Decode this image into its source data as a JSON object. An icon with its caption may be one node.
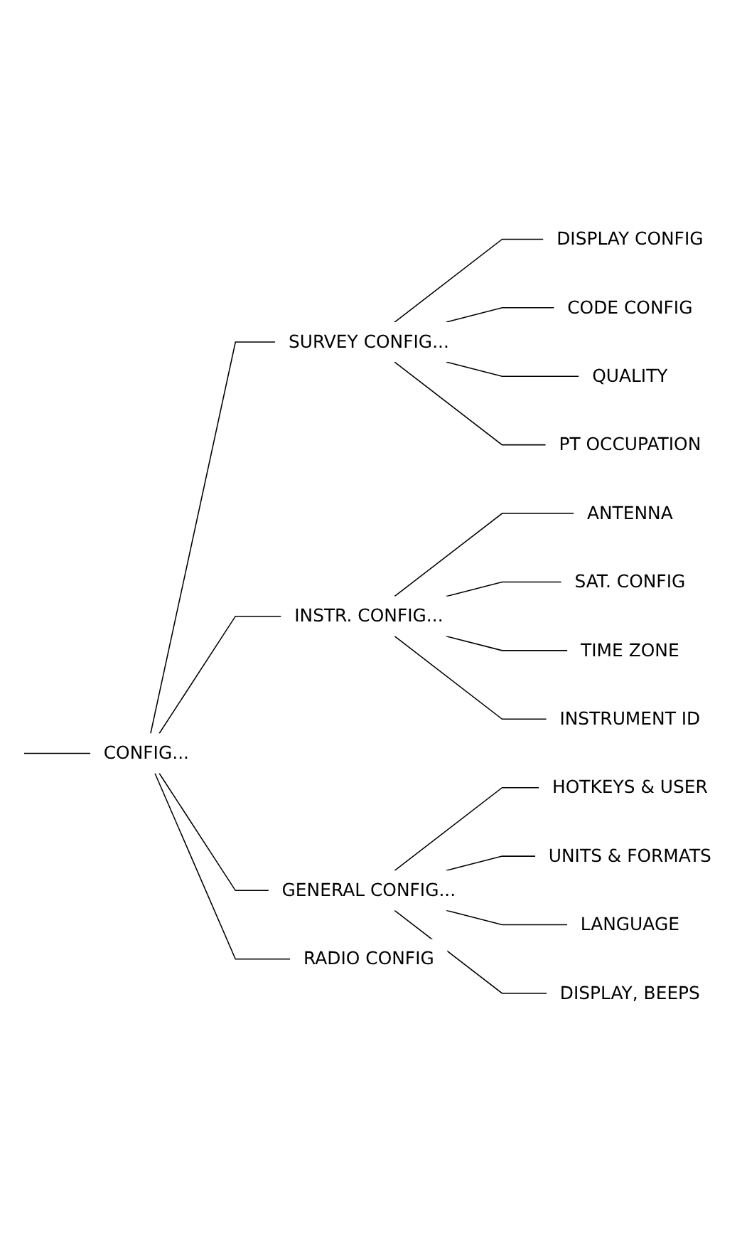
{
  "diagram": {
    "nodes": [
      {
        "text": [
          "CONFIG..."
        ]
      },
      {
        "text": [
          "SURVEY CONFIG..."
        ]
      },
      {
        "text": [
          "DISPLAY CONFIG"
        ]
      },
      {
        "text": [
          "CODE CONFIG"
        ]
      },
      {
        "text": [
          "QUALITY"
        ]
      },
      {
        "text": [
          "PT OCCUPATION"
        ]
      },
      {
        "text": [
          "INSTR. CONFIG..."
        ]
      },
      {
        "text": [
          "ANTENNA"
        ]
      },
      {
        "text": [
          "SAT. CONFIG"
        ]
      },
      {
        "text": [
          "TIME ZONE"
        ]
      },
      {
        "text": [
          "INSTRUMENT ID"
        ]
      },
      {
        "text": [
          "GENERAL CONFIG..."
        ]
      },
      {
        "text": [
          "HOTKEYS & USER"
        ]
      },
      {
        "text": [
          "UNITS & FORMATS"
        ]
      },
      {
        "text": [
          "LANGUAGE"
        ]
      },
      {
        "text": [
          "DISPLAY, BEEPS"
        ]
      },
      {
        "text": [
          "RADIO CONFIG"
        ]
      }
    ],
    "edges": [
      {
        "from": null,
        "to": 0,
        "arrow": "none"
      },
      {
        "from": 0,
        "to": 1,
        "arrow": "none"
      },
      {
        "from": 1,
        "to": 2,
        "arrow": "none"
      },
      {
        "from": 1,
        "to": 3,
        "arrow": "none"
      },
      {
        "from": 1,
        "to": 4,
        "arrow": "none"
      },
      {
        "from": 1,
        "to": 5,
        "arrow": "none"
      },
      {
        "from": 0,
        "to": 6,
        "arrow": "none"
      },
      {
        "from": 6,
        "to": 7,
        "arrow": "none"
      },
      {
        "from": 6,
        "to": 8,
        "arrow": "none"
      },
      {
        "from": 6,
        "to": 9,
        "arrow": "none"
      },
      {
        "from": 6,
        "to": 10,
        "arrow": "none"
      },
      {
        "from": 0,
        "to": 11,
        "arrow": "none"
      },
      {
        "from": 11,
        "to": 12,
        "arrow": "none"
      },
      {
        "from": 11,
        "to": 13,
        "arrow": "none"
      },
      {
        "from": 11,
        "to": 14,
        "arrow": "none"
      },
      {
        "from": 11,
        "to": 15,
        "arrow": "none"
      },
      {
        "from": 0,
        "to": 16,
        "arrow": "none"
      }
    ]
  }
}
